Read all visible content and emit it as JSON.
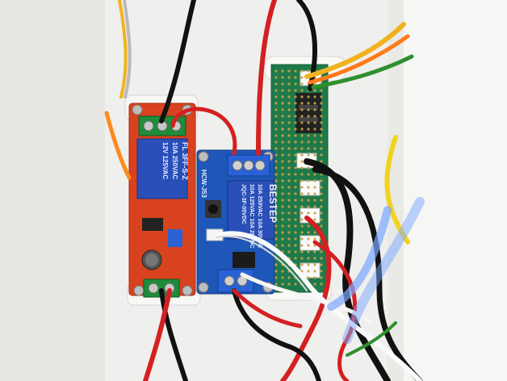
{
  "photo": {
    "left_board": {
      "relay_text_line1": "FL 3FF-S-Z",
      "relay_text_line2": "10A 250VAC",
      "relay_text_line3": "12V 125VAC"
    },
    "right_board": {
      "board_label": "HCW-J53",
      "relay_brand": "BESTEP",
      "relay_text_line1": "10A 250VAC 10A 30VDC",
      "relay_text_line2": "10A 125VAC 10A 28VDC",
      "relay_text_line3": "JQC-3F-05VDC"
    }
  },
  "colors": {
    "wall": "#f3f3f1",
    "red_board": "#d9421e",
    "blue_board": "#1e57b8",
    "green_proto": "#1f7a4a",
    "terminal_green": "#1f8c3a",
    "terminal_blue": "#2a62d6",
    "relay_blue": "#2a4fb8"
  }
}
